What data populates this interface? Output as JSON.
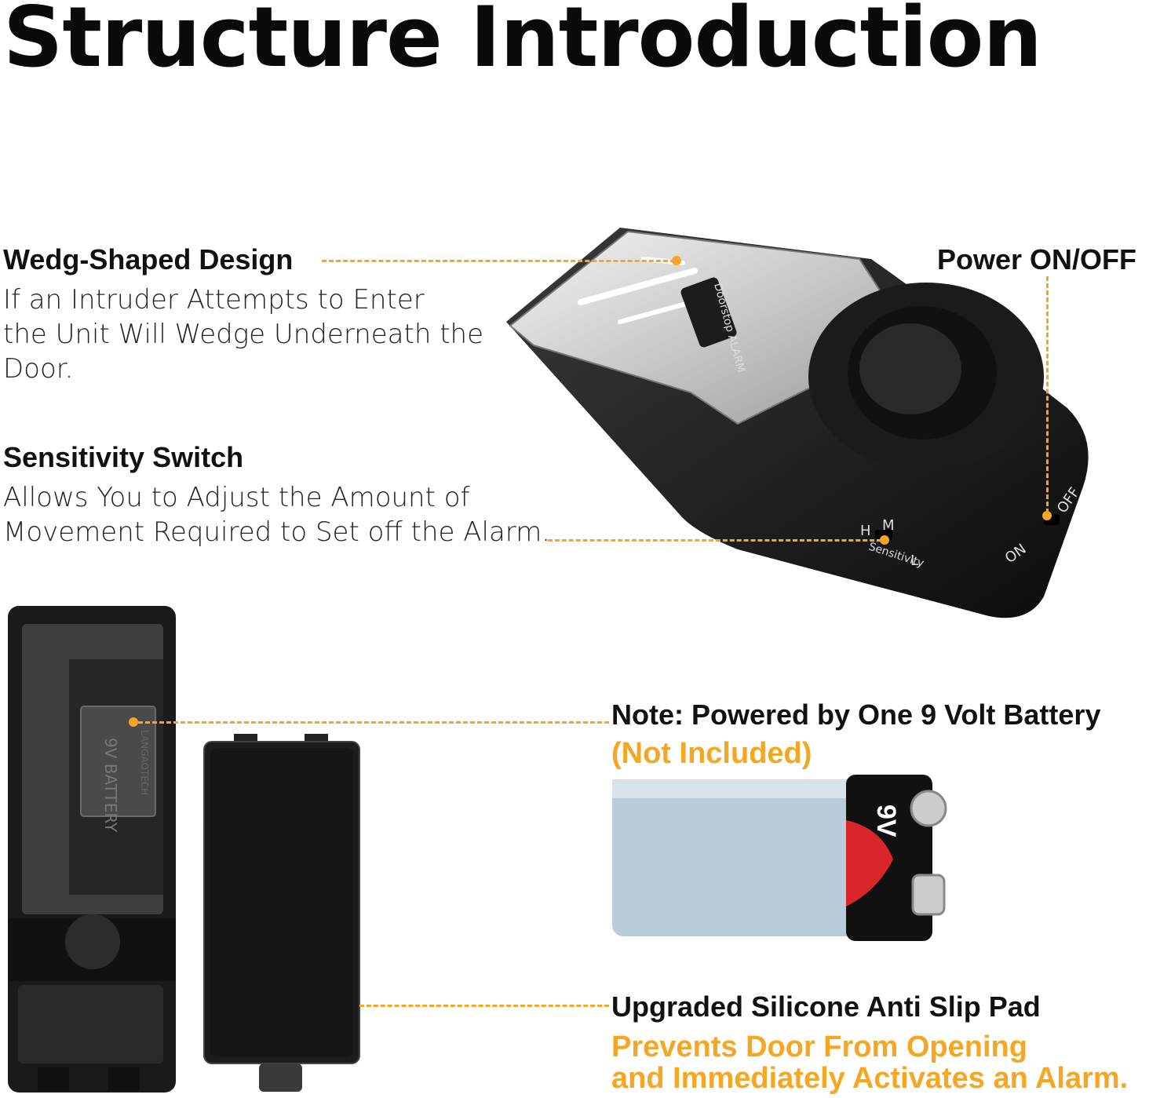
{
  "title": "Structure Introduction",
  "wedge": {
    "heading": "Wedg-Shaped Design",
    "lines": [
      "If an Intruder Attempts to Enter",
      "the Unit Will Wedge Underneath the",
      "Door."
    ]
  },
  "power": {
    "heading": "Power ON/OFF"
  },
  "sensitivity": {
    "heading": "Sensitivity Switch",
    "lines": [
      "Allows You to Adjust the Amount of",
      "Movement Required to Set off the Alarm."
    ]
  },
  "battery_note": {
    "heading": "Note: Powered by One 9 Volt Battery",
    "sub": "(Not Included)"
  },
  "pad": {
    "heading": "Upgraded Silicone Anti Slip Pad",
    "lines": [
      "Prevents Door From Opening",
      "and Immediately Activates an Alarm."
    ]
  },
  "device_labels": {
    "plate": "Doorstop ALARM",
    "on": "ON",
    "off": "OFF",
    "h": "H",
    "m": "M",
    "l": "L",
    "sensitivity": "Sensitivity",
    "battery_9v": "9V",
    "battery_compartment": "9V BATTERY",
    "battery_brand": "LANGAOTECH"
  },
  "accent_color": "#f5a623"
}
